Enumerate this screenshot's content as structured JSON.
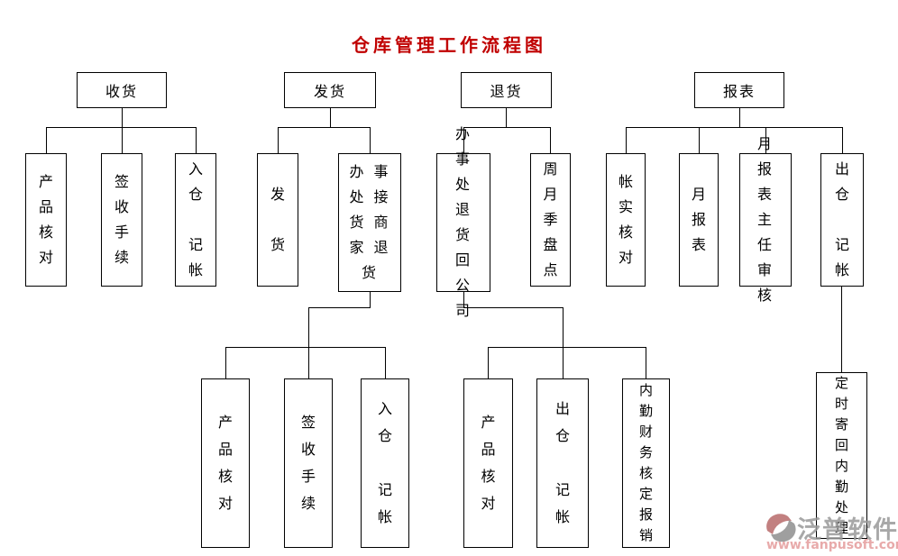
{
  "title": "仓库管理工作流程图",
  "colors": {
    "title": "#c00000",
    "line": "#000000",
    "watermark_brand": "#9a9a9a",
    "watermark_url": "#e49c9c",
    "watermark_logo_red": "#b86a6a",
    "watermark_logo_gray": "#8f8f8f"
  },
  "top": [
    {
      "label": "收货"
    },
    {
      "label": "发货"
    },
    {
      "label": "退货"
    },
    {
      "label": "报表"
    }
  ],
  "row1": [
    {
      "text": "产\n品\n核\n对"
    },
    {
      "text": "签\n收\n手\n续"
    },
    {
      "text": "入\n仓\n\n记\n帐"
    },
    {
      "text": "发\n\n货"
    },
    {
      "text": "办事\n处接\n货商\n家退\n货"
    },
    {
      "text": "办事\n处退\n货回\n公司"
    },
    {
      "text": "周\n月\n季\n盘\n点"
    },
    {
      "text": "帐\n实\n核\n对"
    },
    {
      "text": "月\n报\n表"
    },
    {
      "text": "月报\n表主\n任审\n核"
    },
    {
      "text": "出\n仓\n\n记\n帐"
    }
  ],
  "bottom": [
    {
      "text": "产\n品\n核\n对"
    },
    {
      "text": "签\n收\n手\n续"
    },
    {
      "text": "入\n仓\n\n记\n帐"
    },
    {
      "text": "产\n品\n核\n对"
    },
    {
      "text": "出\n仓\n\n记\n帐"
    },
    {
      "text": "内\n勤\n财\n务\n核\n定\n报\n销"
    }
  ],
  "side": {
    "text": "定\n时\n寄\n回\n内\n勤\n处\n理"
  },
  "watermark": {
    "brand": "泛普软件",
    "url": "www.fanpusoft.com",
    "logo": "fanpu-swoosh-icon"
  }
}
